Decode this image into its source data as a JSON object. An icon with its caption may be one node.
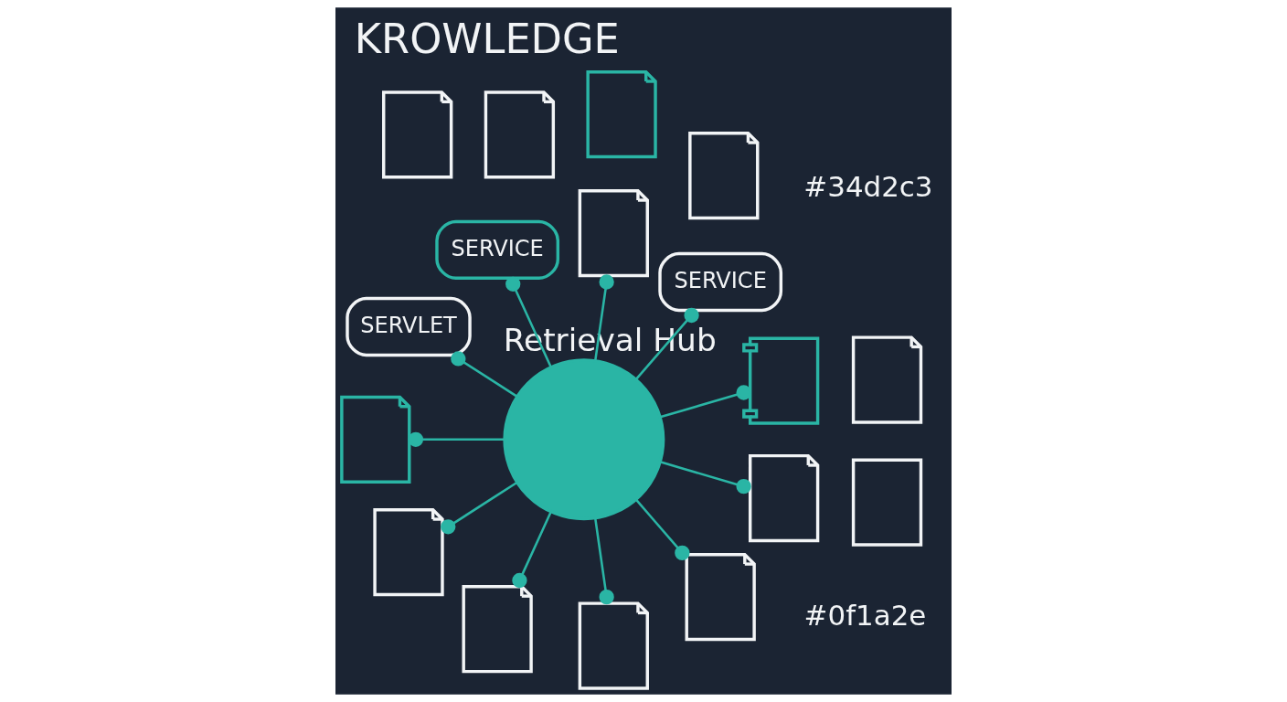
{
  "diagram": {
    "title": "KROWLEDGE",
    "nodes": [
      {
        "text": [],
        "shape": "circle",
        "beside": [
          "Retrieval Hub"
        ]
      },
      {
        "text": [],
        "shape": "document"
      },
      {
        "text": [],
        "shape": "document"
      },
      {
        "text": [],
        "shape": "document"
      },
      {
        "text": [],
        "shape": "drawing"
      },
      {
        "text": [
          "SERVICE"
        ]
      },
      {
        "text": [],
        "shape": "document"
      },
      {
        "text": [],
        "shape": "certificate"
      },
      {
        "text": [
          "SERVICE"
        ]
      },
      {
        "text": [
          "SERVLET"
        ]
      },
      {
        "text": [],
        "shape": "document"
      },
      {
        "text": [],
        "shape": "document"
      },
      {
        "text": [],
        "shape": "document"
      },
      {
        "text": [],
        "shape": "document"
      },
      {
        "text": [],
        "shape": "document"
      },
      {
        "text": [],
        "shape": "document"
      },
      {
        "text": [],
        "shape": "document"
      },
      {
        "text": [],
        "shape": "document"
      }
    ],
    "edges": [
      {
        "from": 0,
        "to": 4,
        "arrow": "other"
      },
      {
        "from": 0,
        "to": 5,
        "arrow": "other"
      },
      {
        "from": 0,
        "to": 6,
        "arrow": "other"
      },
      {
        "from": 0,
        "to": 8,
        "arrow": "other"
      },
      {
        "from": 0,
        "to": 9,
        "arrow": "other"
      },
      {
        "from": 0,
        "to": 10,
        "arrow": "other"
      },
      {
        "from": 0,
        "to": 13,
        "arrow": "other"
      },
      {
        "from": 0,
        "to": 14,
        "arrow": "other"
      },
      {
        "from": 0,
        "to": 15,
        "arrow": "other"
      },
      {
        "from": 0,
        "to": 16,
        "arrow": "other"
      },
      {
        "from": 0,
        "to": 17,
        "arrow": "other"
      }
    ],
    "labels": [
      "#34d2c3",
      "#0f1a2e"
    ]
  }
}
